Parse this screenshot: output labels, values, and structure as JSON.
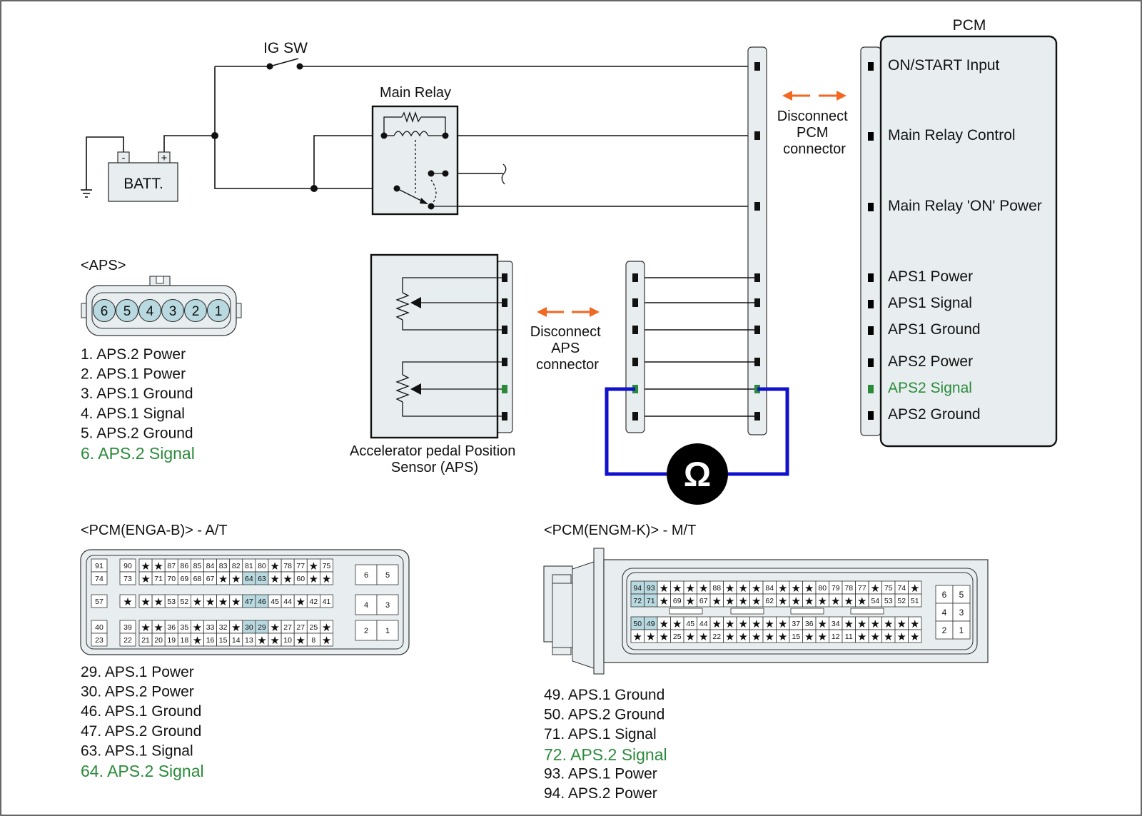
{
  "colors": {
    "wire": "#111111",
    "fill_light": "#e8eef0",
    "fill_pin": "#b9d9e0",
    "highlight": "#2a8a3a",
    "arrow": "#f26722",
    "meter": "#1111cc",
    "black": "#000000"
  },
  "circuit": {
    "ig_sw_label": "IG SW",
    "main_relay_label": "Main Relay",
    "batt_label": "BATT.",
    "batt_minus": "-",
    "batt_plus": "+",
    "disconnect_pcm": [
      "Disconnect",
      "PCM",
      "connector"
    ],
    "disconnect_aps": [
      "Disconnect",
      "APS",
      "connector"
    ],
    "aps_sensor_label": [
      "Accelerator pedal Position",
      "Sensor (APS)"
    ],
    "meter_symbol": "Ω"
  },
  "pcm": {
    "title": "PCM",
    "pins": [
      "ON/START Input",
      "Main Relay Control",
      "Main Relay 'ON' Power",
      "APS1 Power",
      "APS1 Signal",
      "APS1 Ground",
      "APS2 Power",
      "APS2 Signal",
      "APS2 Ground"
    ],
    "highlight_index": 7
  },
  "aps_connector": {
    "title": "<APS>",
    "pin_numbers": [
      "6",
      "5",
      "4",
      "3",
      "2",
      "1"
    ],
    "legend": [
      "1. APS.2 Power",
      "2. APS.1 Power",
      "3. APS.1 Ground",
      "4. APS.1 Signal",
      "5. APS.2 Ground",
      "6. APS.2 Signal"
    ],
    "highlight_index": 5
  },
  "pcm_at": {
    "title": "<PCM(ENGA-B)> - A/T",
    "blocks": [
      {
        "rows": [
          [
            "91",
            "90",
            "*",
            "*",
            "87",
            "86",
            "85",
            "84",
            "83",
            "82",
            "81",
            "80",
            "*",
            "78",
            "77",
            "*",
            "75"
          ],
          [
            "74",
            "73",
            "*",
            "71",
            "70",
            "69",
            "68",
            "67",
            "*",
            "*",
            "64",
            "63",
            "*",
            "*",
            "60",
            "*",
            "*"
          ]
        ]
      },
      {
        "rows": [
          [
            "57",
            "*",
            "*",
            "*",
            "53",
            "52",
            "*",
            "*",
            "*",
            "*",
            "47",
            "46",
            "45",
            "44",
            "*",
            "42",
            "41"
          ]
        ]
      },
      {
        "rows": [
          [
            "40",
            "39",
            "*",
            "*",
            "36",
            "35",
            "*",
            "33",
            "32",
            "*",
            "30",
            "29",
            "*",
            "27",
            "27",
            "25",
            "*"
          ],
          [
            "23",
            "22",
            "21",
            "20",
            "19",
            "18",
            "*",
            "16",
            "15",
            "14",
            "13",
            "*",
            "*",
            "10",
            "*",
            "8",
            "*"
          ]
        ]
      }
    ],
    "side_pins": [
      [
        "6",
        "5"
      ],
      [
        "4",
        "3"
      ],
      [
        "2",
        "1"
      ]
    ],
    "highlighted": [
      "64",
      "63",
      "47",
      "46",
      "30",
      "29"
    ],
    "legend": [
      "29. APS.1 Power",
      "30. APS.2 Power",
      "46. APS.1 Ground",
      "47. APS.2 Ground",
      "63. APS.1 Signal",
      "64. APS.2 Signal"
    ],
    "highlight_index": 5
  },
  "pcm_mt": {
    "title": "<PCM(ENGM-K)> - M/T",
    "blocks": [
      {
        "rows": [
          [
            "94",
            "93",
            "*",
            "*",
            "*",
            "*",
            "88",
            "*",
            "*",
            "*",
            "84",
            "*",
            "*",
            "*",
            "80",
            "79",
            "78",
            "77",
            "*",
            "75",
            "74",
            "*"
          ],
          [
            "72",
            "71",
            "*",
            "69",
            "*",
            "67",
            "*",
            "*",
            "*",
            "*",
            "62",
            "*",
            "*",
            "*",
            "*",
            "*",
            "*",
            "*",
            "54",
            "53",
            "52",
            "51"
          ]
        ]
      },
      {
        "rows": [
          [
            "50",
            "49",
            "*",
            "*",
            "45",
            "44",
            "*",
            "*",
            "*",
            "*",
            "*",
            "*",
            "37",
            "36",
            "*",
            "34",
            "*",
            "*",
            "*",
            "*",
            "*",
            "*"
          ],
          [
            "*",
            "*",
            "*",
            "25",
            "*",
            "*",
            "22",
            "*",
            "*",
            "*",
            "*",
            "*",
            "15",
            "*",
            "*",
            "12",
            "11",
            "*",
            "*",
            "*",
            "*",
            "*"
          ]
        ]
      }
    ],
    "side_pins": [
      [
        "6",
        "5"
      ],
      [
        "4",
        "3"
      ],
      [
        "2",
        "1"
      ]
    ],
    "highlighted": [
      "94",
      "93",
      "72",
      "71",
      "50",
      "49"
    ],
    "legend": [
      "49. APS.1 Ground",
      "50. APS.2 Ground",
      "71. APS.1 Signal",
      "72. APS.2 Signal",
      "93. APS.1 Power",
      "94. APS.2 Power"
    ],
    "highlight_index": 3
  }
}
